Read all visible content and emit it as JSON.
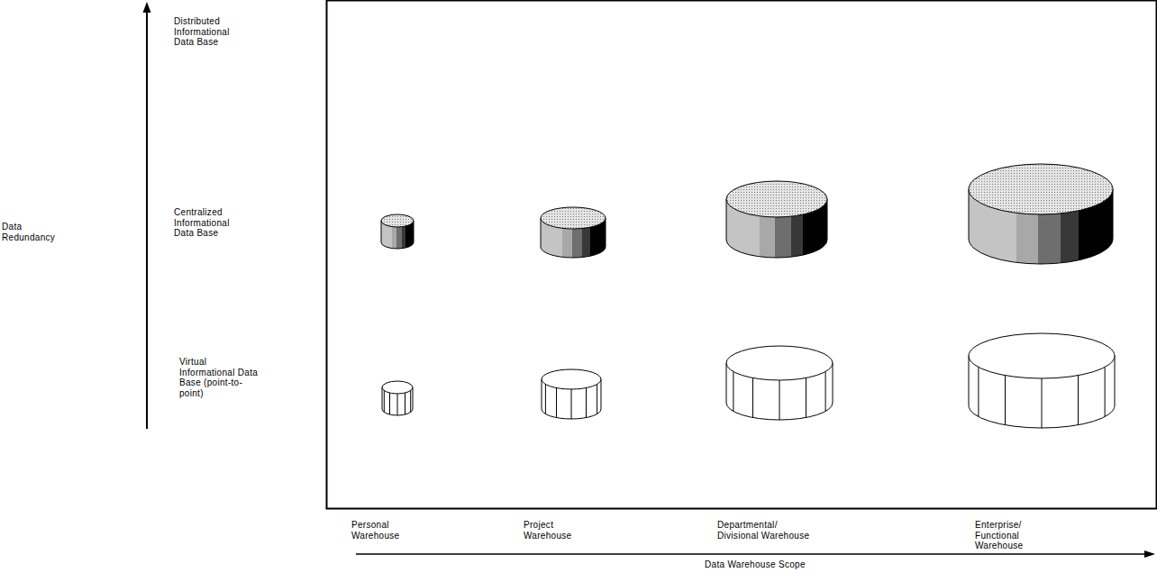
{
  "diagram": {
    "labels": [
      "Data Redundancy",
      "Distributed Informational Data Base",
      "Centralized Informational Data Base",
      "Virtual Informational Data Base (point-to-point)",
      "Personal Warehouse",
      "Project Warehouse",
      "Departmental/ Divisional Warehouse",
      "Enterprise/ Functional Warehouse",
      "Data Warehouse Scope"
    ]
  }
}
